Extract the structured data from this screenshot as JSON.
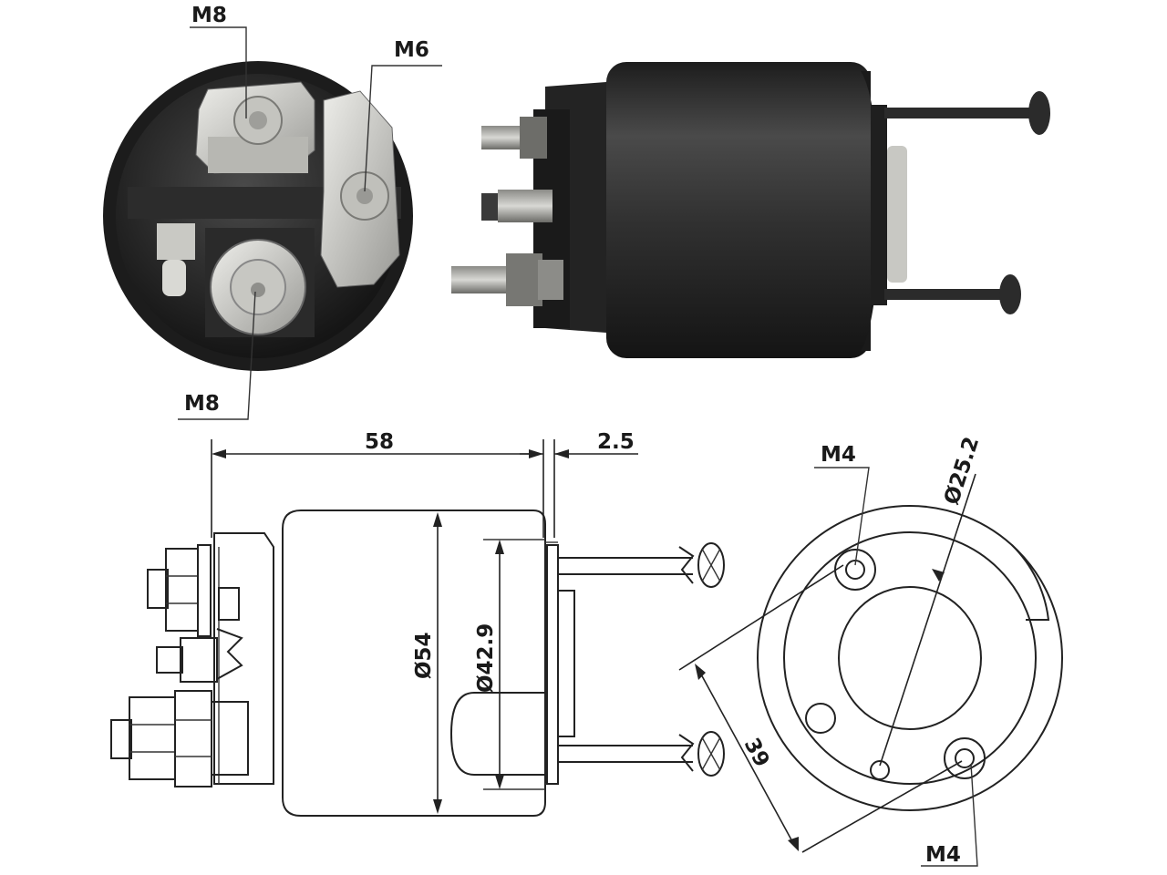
{
  "top_view": {
    "label_m8_top": "M8",
    "label_m6": "M6",
    "label_m8_bottom": "M8"
  },
  "dimensions": {
    "length": "58",
    "gap": "2.5",
    "outer_diameter": "Ø54",
    "inner_diameter": "Ø42.9",
    "hole_circle_diameter": "Ø25.2",
    "bolt_spacing": "39",
    "label_m4_top": "M4",
    "label_m4_bottom": "M4"
  },
  "colors": {
    "body_dark": "#2b2b2b",
    "line": "#222222",
    "metal": "#c9c9c4"
  }
}
